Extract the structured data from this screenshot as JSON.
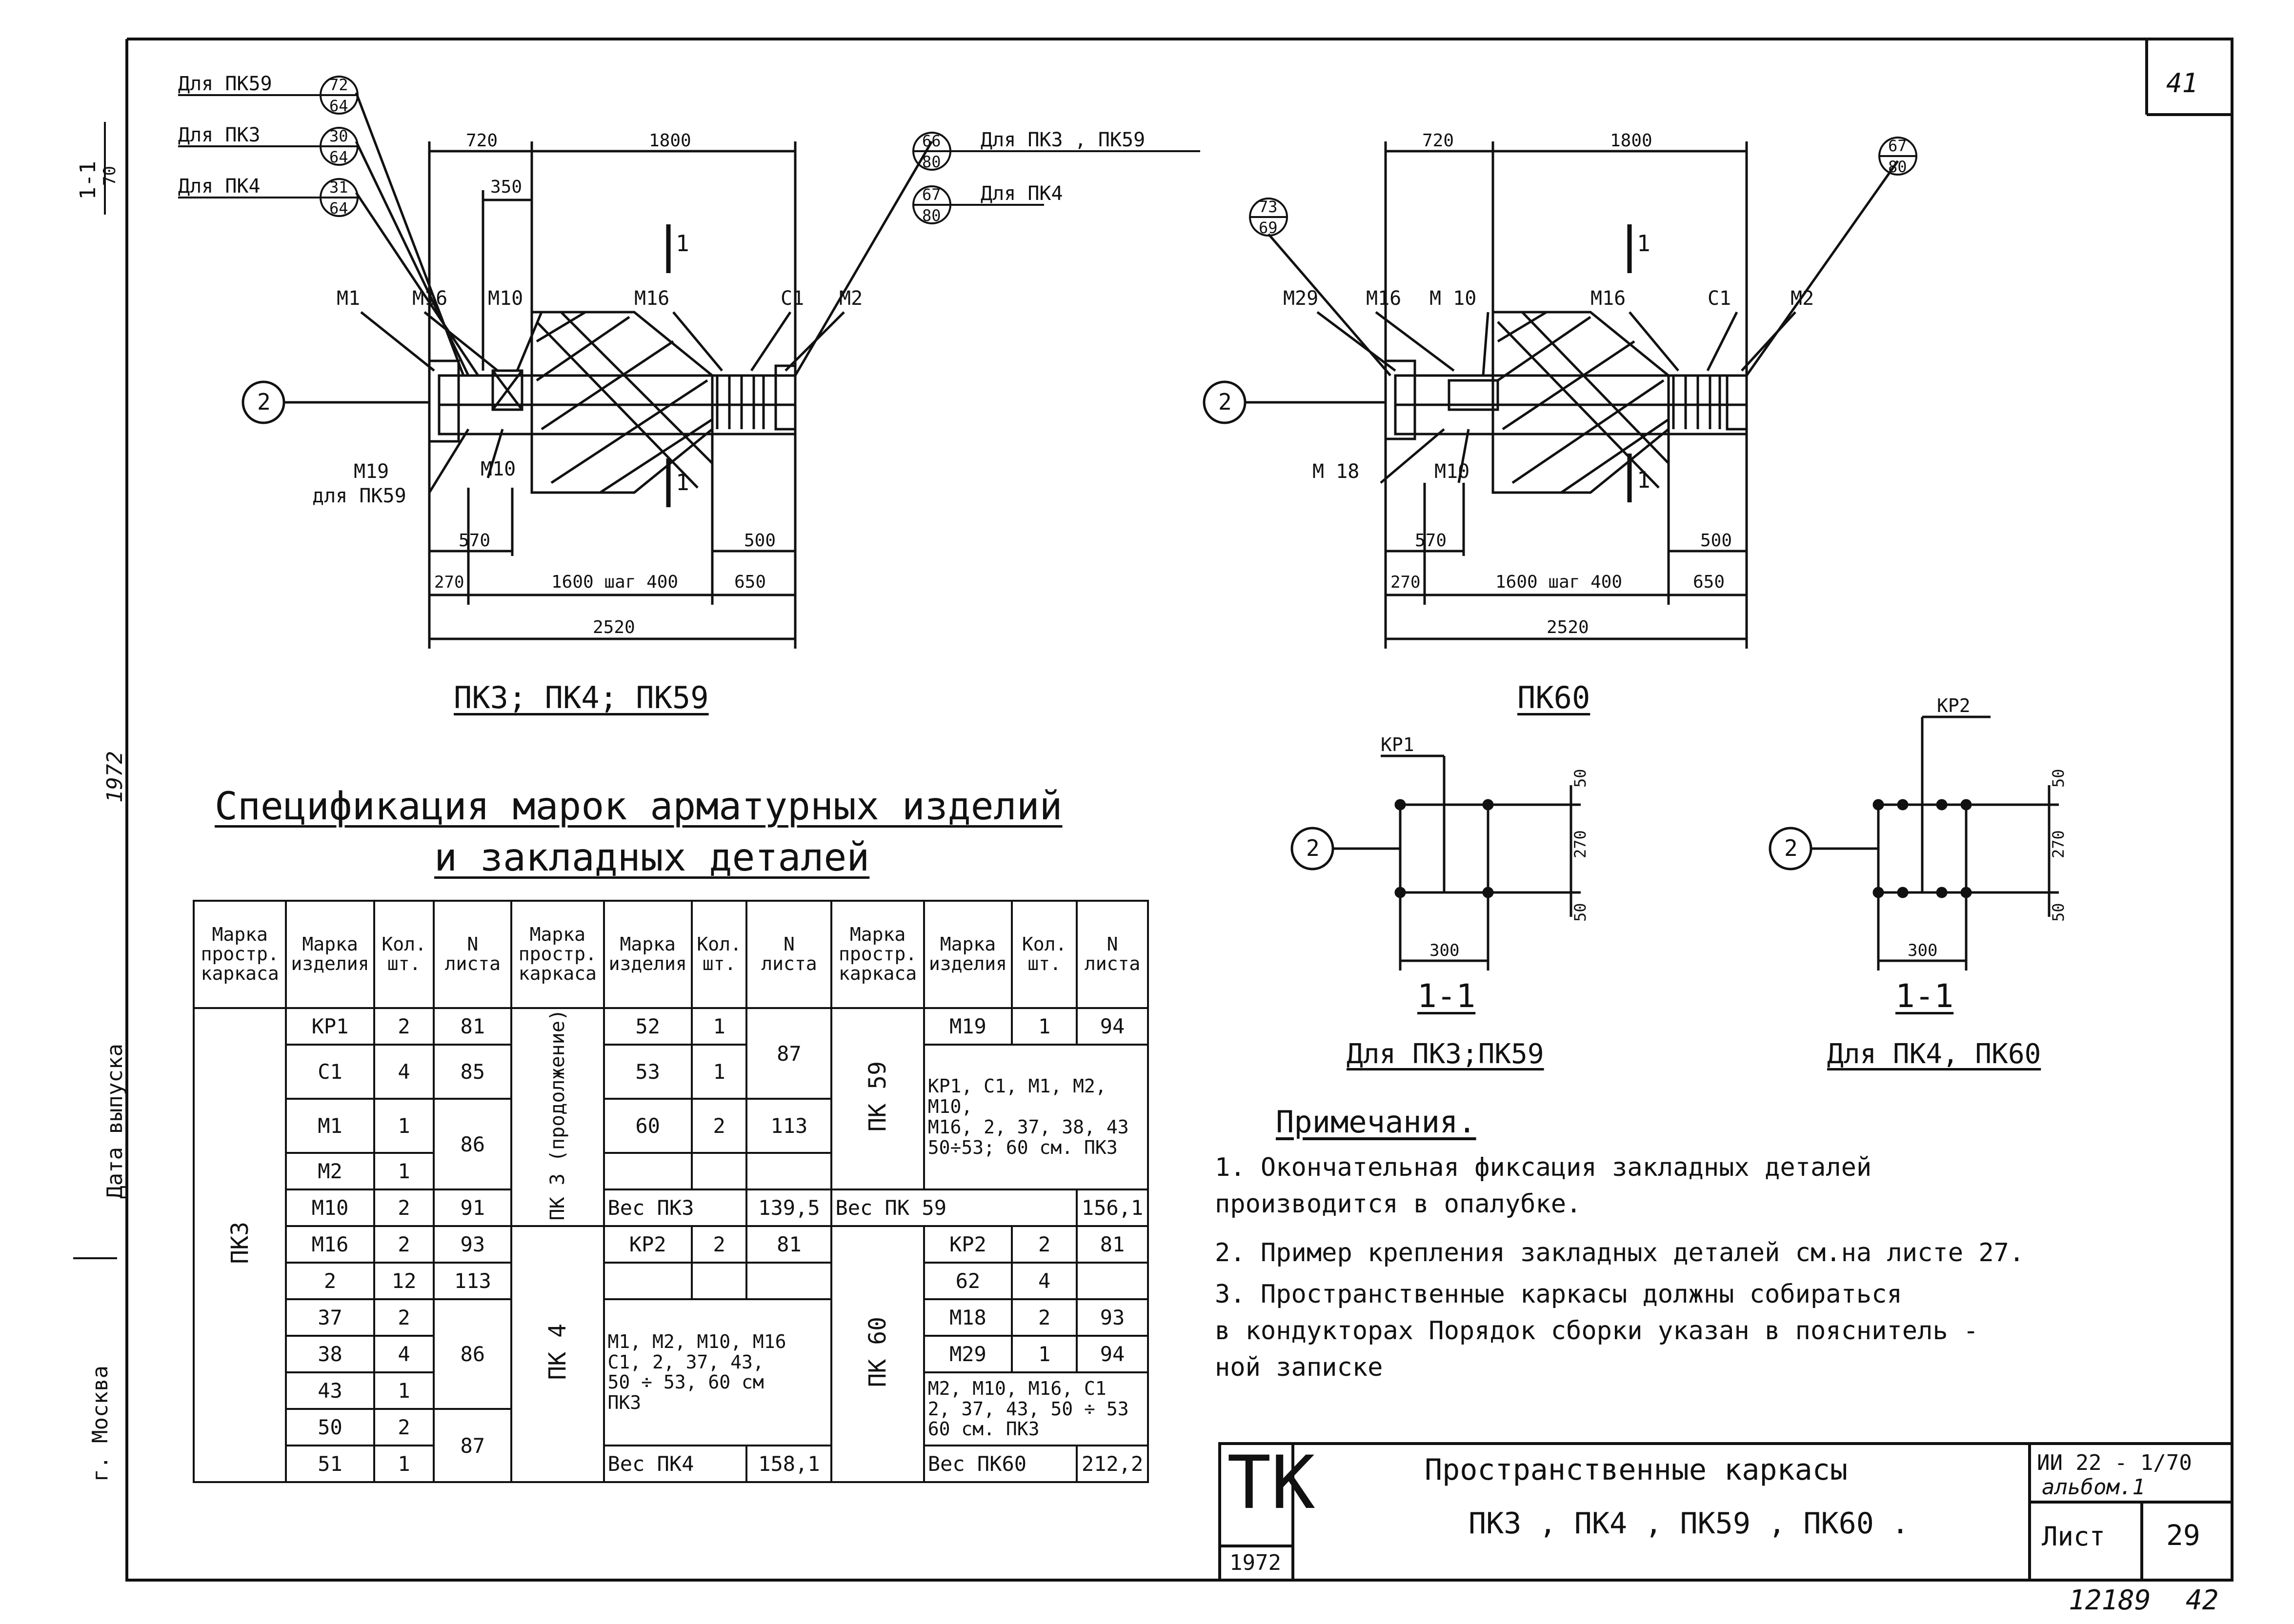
{
  "page_number": "41",
  "bottom_numbers": {
    "inv": "12189",
    "page2": "42"
  },
  "side": {
    "section_mark": "1-1",
    "sub_mark": "70",
    "year": "1972",
    "release_date": "Дата  выпуска",
    "place": "г. Москва"
  },
  "drawing_left": {
    "caption": "ПК3; ПК4; ПК59",
    "ref_labels": [
      {
        "text": "Для ПК59",
        "num": "72",
        "den": "64"
      },
      {
        "text": "Для ПК3",
        "num": "30",
        "den": "64"
      },
      {
        "text": "Для ПК4",
        "num": "31",
        "den": "64"
      }
    ],
    "right_refs": [
      {
        "text": "Для ПК3 , ПК59",
        "num": "66",
        "den": "80"
      },
      {
        "text": "Для ПК4",
        "num": "67",
        "den": "80"
      }
    ],
    "dims": {
      "d720": "720",
      "d1800": "1800",
      "d350": "350",
      "d570": "570",
      "d500": "500",
      "d270": "270",
      "d1600": "1600 шаг 400",
      "d650": "650",
      "d2520": "2520"
    },
    "marks": {
      "m1": "М1",
      "m16a": "М16",
      "m10": "М10",
      "m16b": "М16",
      "c1": "С1",
      "m2": "М2",
      "m19": "М19",
      "m19for": "для ПК59",
      "m10b": "М10",
      "circle": "2",
      "sec": "1"
    }
  },
  "drawing_right": {
    "caption": "ПК60",
    "ref_top": {
      "num": "67",
      "den": "80"
    },
    "ref_left": {
      "num": "73",
      "den": "69"
    },
    "dims": {
      "d720": "720",
      "d1800": "1800",
      "d570": "570",
      "d500": "500",
      "d270": "270",
      "d1600": "1600 шаг 400",
      "d650": "650",
      "d2520": "2520"
    },
    "marks": {
      "m29": "М29",
      "m16a": "М16",
      "m10": "М 10",
      "m16b": "М16",
      "c1": "С1",
      "m2": "М2",
      "m18": "М 18",
      "m10b": "М10",
      "circle": "2",
      "sec": "1"
    }
  },
  "sections": [
    {
      "label": "КР1",
      "circle": "2",
      "d50a": "50",
      "d270": "270",
      "d50b": "50",
      "d300": "300",
      "mark": "1-1",
      "caption": "Для ПК3;ПК59"
    },
    {
      "label": "КР2",
      "circle": "2",
      "d50a": "50",
      "d270": "270",
      "d50b": "50",
      "d300": "300",
      "mark": "1-1",
      "caption": "Для ПК4, ПК60"
    }
  ],
  "spec_title": {
    "line1": "Спецификация марок арматурных изделий",
    "line2": "и закладных деталей"
  },
  "table": {
    "headers": {
      "h1": "Марка простр. каркаса",
      "h2": "Марка изделия",
      "h3": "Кол. шт.",
      "h4": "N листа"
    },
    "pk3": {
      "name": "ПК3",
      "rows": [
        {
          "mark": "КР1",
          "qty": "2",
          "sheet": "81"
        },
        {
          "mark": "С1",
          "qty": "4",
          "sheet": "85"
        },
        {
          "mark": "М1",
          "qty": "1",
          "sheet": "86"
        },
        {
          "mark": "М2",
          "qty": "1",
          "sheet": ""
        },
        {
          "mark": "М10",
          "qty": "2",
          "sheet": "91"
        },
        {
          "mark": "М16",
          "qty": "2",
          "sheet": "93"
        },
        {
          "mark": "2",
          "qty": "12",
          "sheet": "113"
        },
        {
          "mark": "37",
          "qty": "2",
          "sheet": "86"
        },
        {
          "mark": "38",
          "qty": "4",
          "sheet": ""
        },
        {
          "mark": "43",
          "qty": "1",
          "sheet": ""
        },
        {
          "mark": "50",
          "qty": "2",
          "sheet": "87"
        },
        {
          "mark": "51",
          "qty": "1",
          "sheet": ""
        }
      ]
    },
    "pk3cont": {
      "name": "ПК 3 (продолжение)",
      "rows": [
        {
          "mark": "52",
          "qty": "1",
          "sheet": "87"
        },
        {
          "mark": "53",
          "qty": "1",
          "sheet": ""
        },
        {
          "mark": "60",
          "qty": "2",
          "sheet": "113"
        }
      ],
      "weight_label": "Вес ПК3",
      "weight": "139,5"
    },
    "pk4": {
      "name": "ПК 4",
      "row": {
        "mark": "КР2",
        "qty": "2",
        "sheet": "81"
      },
      "note": [
        "М1, М2, М10, М16",
        "С1, 2, 37, 43,",
        "50 ÷ 53, 60  см",
        "ПК3"
      ],
      "weight_label": "Вес ПК4",
      "weight": "158,1"
    },
    "pk59": {
      "name": "ПК 59",
      "row": {
        "mark": "М19",
        "qty": "1",
        "sheet": "94"
      },
      "note": [
        "КР1, С1, М1, М2, М10,",
        "М16, 2, 37, 38, 43",
        "50÷53; 60 см. ПК3"
      ],
      "weight_label": "Вес ПК 59",
      "weight": "156,1"
    },
    "pk60": {
      "name": "ПК 60",
      "rows": [
        {
          "mark": "КР2",
          "qty": "2",
          "sheet": "81"
        },
        {
          "mark": "62",
          "qty": "4",
          "sheet": ""
        },
        {
          "mark": "М18",
          "qty": "2",
          "sheet": "93"
        },
        {
          "mark": "М29",
          "qty": "1",
          "sheet": "94"
        }
      ],
      "note": [
        "М2, М10, М16, С1",
        "2, 37, 43, 50 ÷ 53",
        "60  см.  ПК3"
      ],
      "weight_label": "Вес ПК60",
      "weight": "212,2"
    }
  },
  "notes": {
    "title": "Примечания.",
    "items": [
      "1. Окончательная  фиксация   закладных деталей",
      "   производится   в  опалубке.",
      "2. Пример  крепления закладных деталей см.на листе 27.",
      "3. Пространственные   каркасы  должны собираться",
      "   в кондукторах Порядок сборки указан  в пояснитель -",
      "   ной  записке"
    ]
  },
  "stamp": {
    "org": "ТК",
    "year": "1972",
    "title1": "Пространственные  каркасы",
    "title2": "ПК3 , ПК4 , ПК59 , ПК60 .",
    "code1": "ИИ 22 - 1/70",
    "code2": "альбом.1",
    "sheet_label": "Лист",
    "sheet_no": "29"
  }
}
